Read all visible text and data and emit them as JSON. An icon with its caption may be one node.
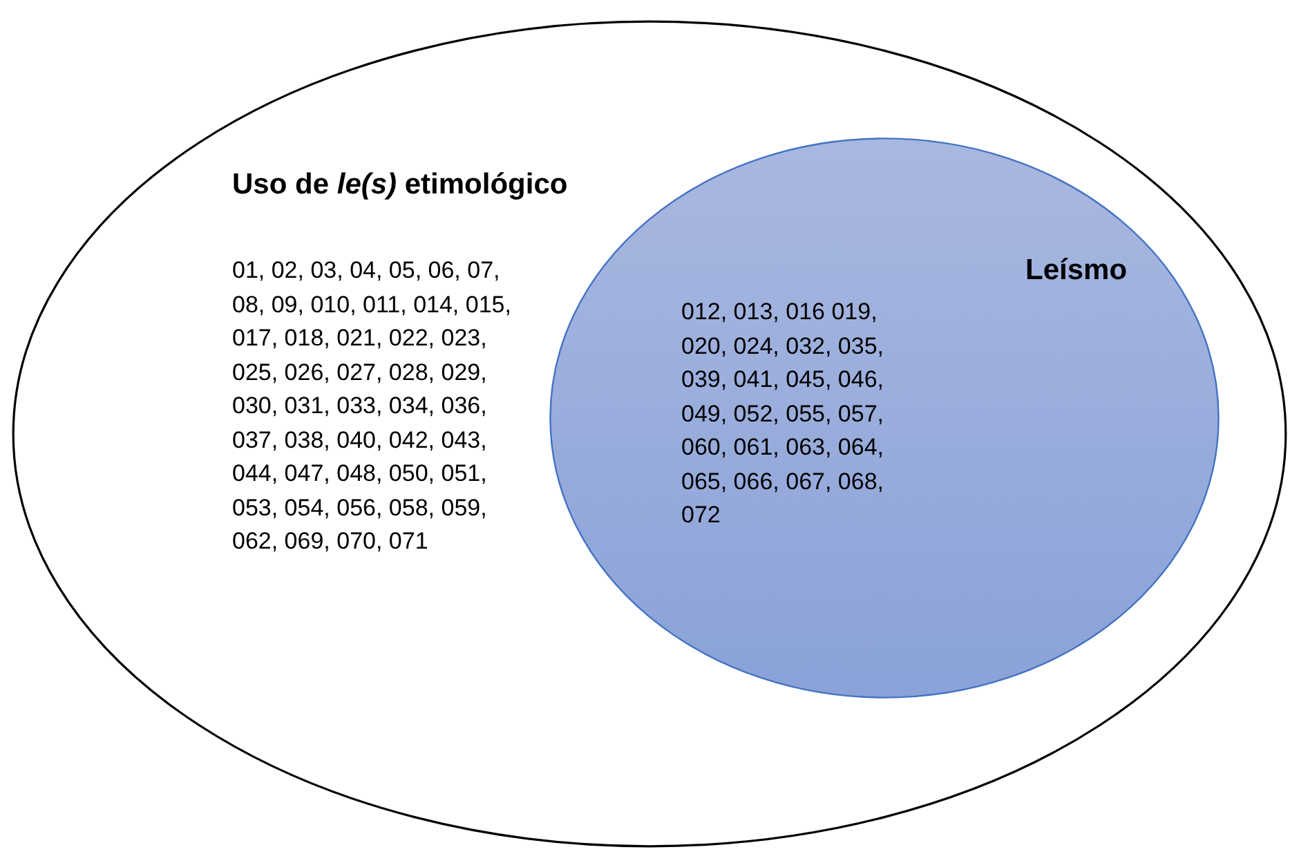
{
  "diagram": {
    "nodes": [
      {
        "text": [
          "Uso de *le(s)* etimológico",
          "01, 02, 03, 04, 05, 06, 07, 08, 09, 010, 011, 014, 015, 017, 018, 021, 022, 023, 025, 026, 027, 028, 029, 030, 031, 033, 034, 036, 037, 038, 040, 042, 043, 044, 047, 048, 050, 051, 053, 054, 056, 058, 059, 062, 069, 070, 071"
        ]
      },
      {
        "text": [
          "Leísmo",
          "012, 013, 016 019, 020, 024, 032, 035, 039, 041, 045, 046, 049, 052, 055, 057, 060, 061, 063, 064, 065, 066, 067, 068, 072"
        ],
        "in": 0
      }
    ]
  }
}
